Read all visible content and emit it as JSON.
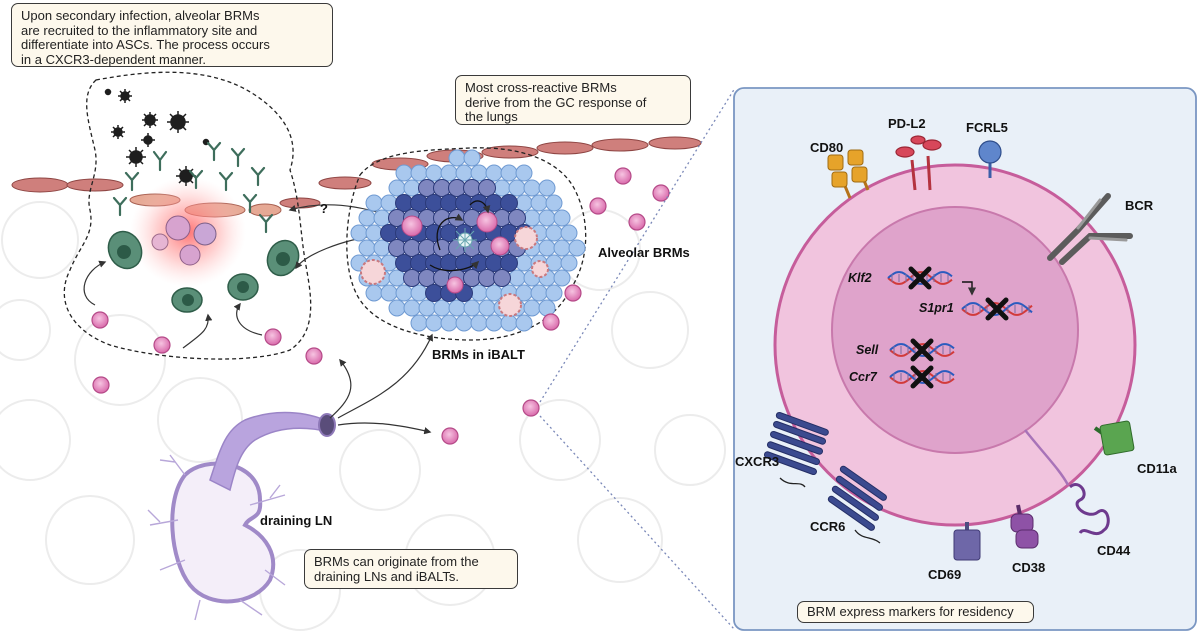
{
  "notes": {
    "secondary_infection": "Upon secondary infection, alveolar BRMs\nare recruited to the inflammatory site and\ndifferentiate into ASCs. The process occurs\nin a CXCR3-dependent manner.",
    "cross_reactive": "Most cross-reactive BRMs\nderive from the GC response of\nthe lungs",
    "origin": "BRMs can originate from the\ndraining LNs and iBALTs.",
    "residency": "BRM express markers for residency"
  },
  "labels": {
    "question_mark": "?",
    "alveolar_brms": "Alveolar BRMs",
    "brms_ibalt": "BRMs in iBALT",
    "draining_ln": "draining LN"
  },
  "markers": {
    "cd80": "CD80",
    "pdl2": "PD-L2",
    "fcrl5": "FCRL5",
    "bcr": "BCR",
    "cxcr3": "CXCR3",
    "ccr6": "CCR6",
    "cd69": "CD69",
    "cd38": "CD38",
    "cd44": "CD44",
    "cd11a": "CD11a"
  },
  "genes": {
    "klf2": "Klf2",
    "s1pr1": "S1pr1",
    "sell": "Sell",
    "ccr7": "Ccr7"
  },
  "colors": {
    "panel_bg": "#e9f0f8",
    "panel_border": "#7a96c2",
    "cell_outer": "#f1c4de",
    "cell_membrane": "#c65d9b",
    "nucleus": "#dfa3cb",
    "brm_cell": "#e98dc3",
    "plasma_cell": "#3d7a5f",
    "gc_dark": "#3c4f9a",
    "gc_light": "#a9c8ee"
  }
}
